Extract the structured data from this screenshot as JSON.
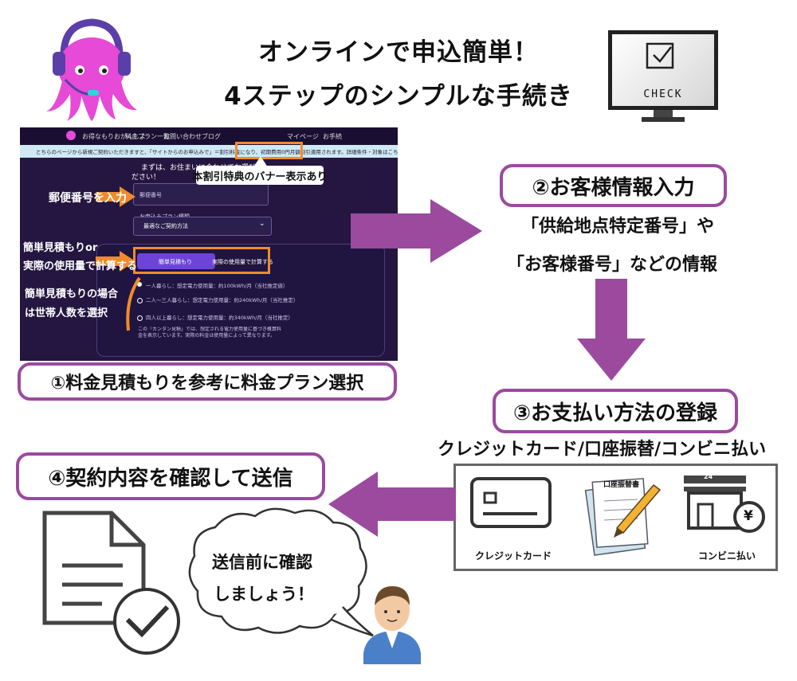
{
  "header": {
    "title_line1": "オンラインで申込簡単！",
    "title_line2": "4ステップのシンプルな手続き",
    "check_label": "CHECK"
  },
  "screenshot": {
    "nav_items": [
      "お得なもりおがんしよ",
      "料金プラン一覧",
      "お問い合わせ",
      "ブログ"
    ],
    "nav_right": [
      "マイページ",
      "お手続"
    ],
    "banner_text": "とちらのページから新規ご契約いただきますと、「サイトからのお申込みで」＝割引料金になり、初期費用0円月額割引適用されます。詳細条件・対象はこちら",
    "heading": "まずは、お住まいに合わせてお選びく",
    "heading2": "ださい！",
    "postal_placeholder": "郵便番号",
    "plan_label": "お申込みプラン種類",
    "plan_value": "最適なご契約方法",
    "toggle_left": "簡単見積もり",
    "toggle_right": "実際の使用量で計算する",
    "radio_1": "一人暮らし：想定電力使用量：約100kWh/月（当社推定値）",
    "radio_2": "二人～三人暮らし：想定電力使用量：約240kWh/月（当社推定）",
    "radio_3": "四人以上暮らし：想定電力使用量：約340kWh/月（当社推定）",
    "note": "この「カンタン見積」では、想定される電力使用量に基づき概算料金を表示しています。実際の料金は使用量によって異なります。"
  },
  "annotations": {
    "banner_callout": "本割引特典のバナー表示あり",
    "postal": "郵便番号を入力",
    "estimate_line1": "簡単見積もりor",
    "estimate_line2": "実際の使用量で計算する",
    "household_line1": "簡単見積もりの場合",
    "household_line2": "は世帯人数を選択"
  },
  "steps": {
    "step1": "①料金見積もりを参考に料金プラン選択",
    "step2": "②お客様情報入力",
    "step2_detail1": "「供給地点特定番号」や",
    "step2_detail2": "「お客様番号」などの情報",
    "step3": "③お支払い方法の登録",
    "step3_detail": "クレジットカード/口座振替/コンビニ払い",
    "step4": "④契約内容を確認して送信"
  },
  "payment_panel": {
    "credit_label": "クレジットカード",
    "bank_label": "口座振替書",
    "conbini_label": "コンビニ払い",
    "store_number": "24",
    "yen": "¥"
  },
  "bubble": {
    "line1": "送信前に確認",
    "line2": "しましょう！"
  },
  "colors": {
    "accent_purple": "#9b4a9e",
    "orange": "#f08b2c",
    "screenshot_bg": "#241640"
  }
}
